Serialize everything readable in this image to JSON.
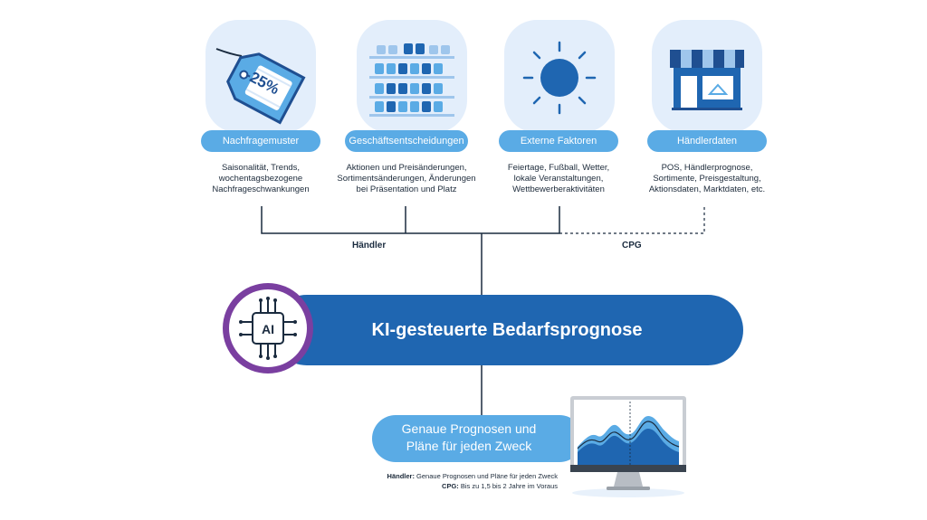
{
  "categories": [
    {
      "label": "Nachfragemuster",
      "desc": [
        "Saisonalität, Trends,",
        "wochentagsbezogene",
        "Nachfrageschwankungen"
      ],
      "icon": "price-tag-icon",
      "tag_text": "-25%"
    },
    {
      "label": "Geschäftsentscheidungen",
      "desc": [
        "Aktionen und Preisänderungen,",
        "Sortimentsänderungen, Änderungen",
        "bei Präsentation und Platz"
      ],
      "icon": "shelves-icon"
    },
    {
      "label": "Externe Faktoren",
      "desc": [
        "Feiertage, Fußball, Wetter,",
        "lokale Veranstaltungen,",
        "Wettbewerberaktivitäten"
      ],
      "icon": "sun-icon"
    },
    {
      "label": "Händlerdaten",
      "desc": [
        "POS, Händlerprognose,",
        "Sortimente, Preisgestaltung,",
        "Aktionsdaten, Marktdaten, etc."
      ],
      "icon": "store-icon"
    }
  ],
  "group_labels": {
    "left": "Händler",
    "right": "CPG"
  },
  "banner": {
    "ai_badge": "AI",
    "title": "KI-gesteuerte Bedarfsprognose"
  },
  "result": {
    "line1": "Genaue Prognosen und",
    "line2": "Pläne für jeden Zweck"
  },
  "footnote": {
    "l1_label": "Händler:",
    "l1_text": " Genaue Prognosen und Pläne für jeden Zweck",
    "l2_label": "CPG:",
    "l2_text": " Bis zu 1,5 bis 2 Jahre im Voraus"
  },
  "colors": {
    "pill": "#5aabe5",
    "banner": "#1f66b1",
    "ring": "#7a3fa0",
    "blob": "#e3eefb",
    "line": "#1a2b3f",
    "icon_dark": "#1f4f91",
    "icon_light": "#9fc6ec"
  }
}
